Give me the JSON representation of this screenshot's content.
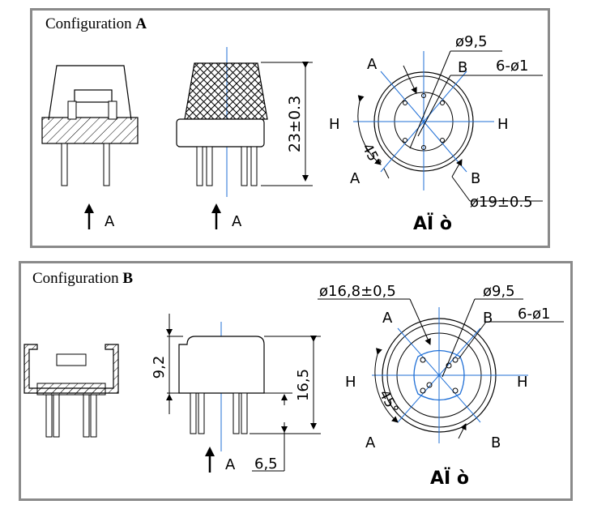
{
  "config_a": {
    "title_prefix": "Configuration ",
    "title_letter": "A",
    "arrow_labels": [
      "A",
      "A"
    ],
    "height_dim": "23±0.3",
    "dim_9_5": "ø9,5",
    "dim_6_01": "6-ø1",
    "dim_19": "ø19±0.5",
    "angle_label": "45°",
    "label_a_top": "A",
    "label_a_bottom": "A",
    "label_b_top": "B",
    "label_b_bottom": "B",
    "label_h_left": "H",
    "label_h_right": "H",
    "caption": "AÏ ò"
  },
  "config_b": {
    "title_prefix": "Configuration ",
    "title_letter": "B",
    "arrow_label": "A",
    "dim_9_2": "9,2",
    "dim_16_5": "16,5",
    "dim_6_5": "6,5",
    "dim_16_8": "ø16,8±0,5",
    "dim_9_5": "ø9,5",
    "dim_6_01": "6-ø1",
    "angle_label": "45°",
    "label_a_top": "A",
    "label_a_bottom": "A",
    "label_b_top": "B",
    "label_b_bottom": "B",
    "label_h_left": "H",
    "label_h_right": "H",
    "caption": "AÏ ò"
  },
  "colors": {
    "centerline": "#1f6fd6",
    "frame": "#8a8a8a",
    "ink": "#000000"
  }
}
